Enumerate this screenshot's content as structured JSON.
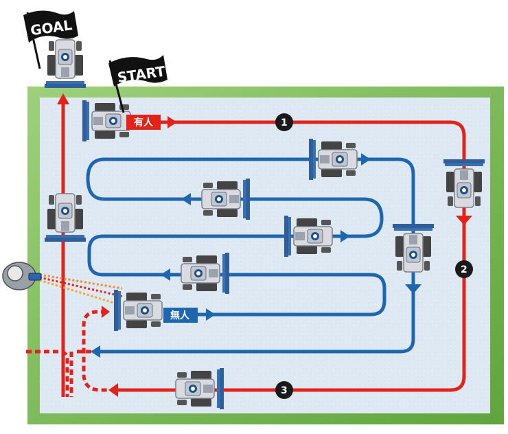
{
  "flags": {
    "goal": "GOAL",
    "start": "START"
  },
  "tags": {
    "manned": "有人",
    "unmanned": "無人"
  },
  "markers": {
    "m1": "1",
    "m2": "2",
    "m3": "3"
  },
  "colors": {
    "field_border": "#6fb24a",
    "field_fill": "#dde8f2",
    "red_path": "#e2231a",
    "blue_path": "#1f66b0",
    "flag": "#111111",
    "marker": "#1a1a1a",
    "tractor_body": "#d9dbe0",
    "tractor_cab": "#1f4f8a"
  },
  "icons": [
    "tractor-icon",
    "operator-icon",
    "remote-signal-icon",
    "flag-icon"
  ]
}
